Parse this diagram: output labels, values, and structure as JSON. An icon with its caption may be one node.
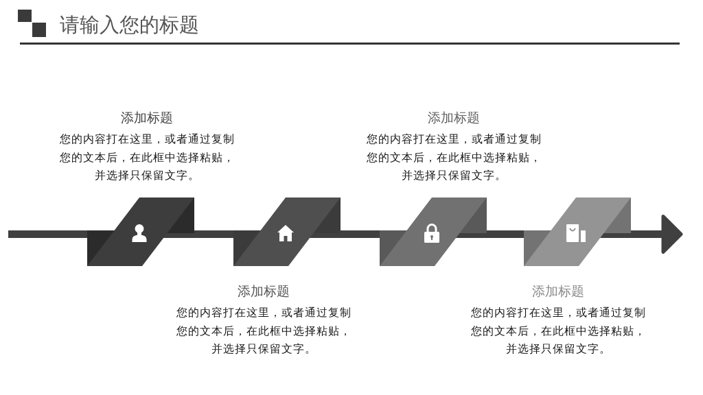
{
  "diagram": {
    "title": "请输入您的标题",
    "nodes": [
      {
        "text": [],
        "shape": "parallelogram",
        "beside": [
          "添加标题",
          "您的内容打在这里，或者通过复制您的文本后，在此框中选择粘贴，并选择只保留文字。"
        ]
      },
      {
        "text": [],
        "shape": "parallelogram",
        "beside": [
          "添加标题",
          "您的内容打在这里，或者通过复制您的文本后，在此框中选择粘贴，并选择只保留文字。"
        ]
      },
      {
        "text": [],
        "shape": "parallelogram",
        "beside": [
          "添加标题",
          "您的内容打在这里，或者通过复制您的文本后，在此框中选择粘贴，并选择只保留文字。"
        ]
      },
      {
        "text": [],
        "shape": "parallelogram",
        "beside": [
          "添加标题",
          "您的内容打在这里，或者通过复制您的文本后，在此框中选择粘贴，并选择只保留文字。"
        ]
      }
    ],
    "edges": [
      {
        "from": null,
        "to": 0,
        "arrow": "none"
      },
      {
        "from": 0,
        "to": 1,
        "arrow": "none"
      },
      {
        "from": 1,
        "to": 2,
        "arrow": "none"
      },
      {
        "from": 2,
        "to": 3,
        "arrow": "none"
      },
      {
        "from": 3,
        "to": null,
        "arrow": "to"
      }
    ]
  }
}
